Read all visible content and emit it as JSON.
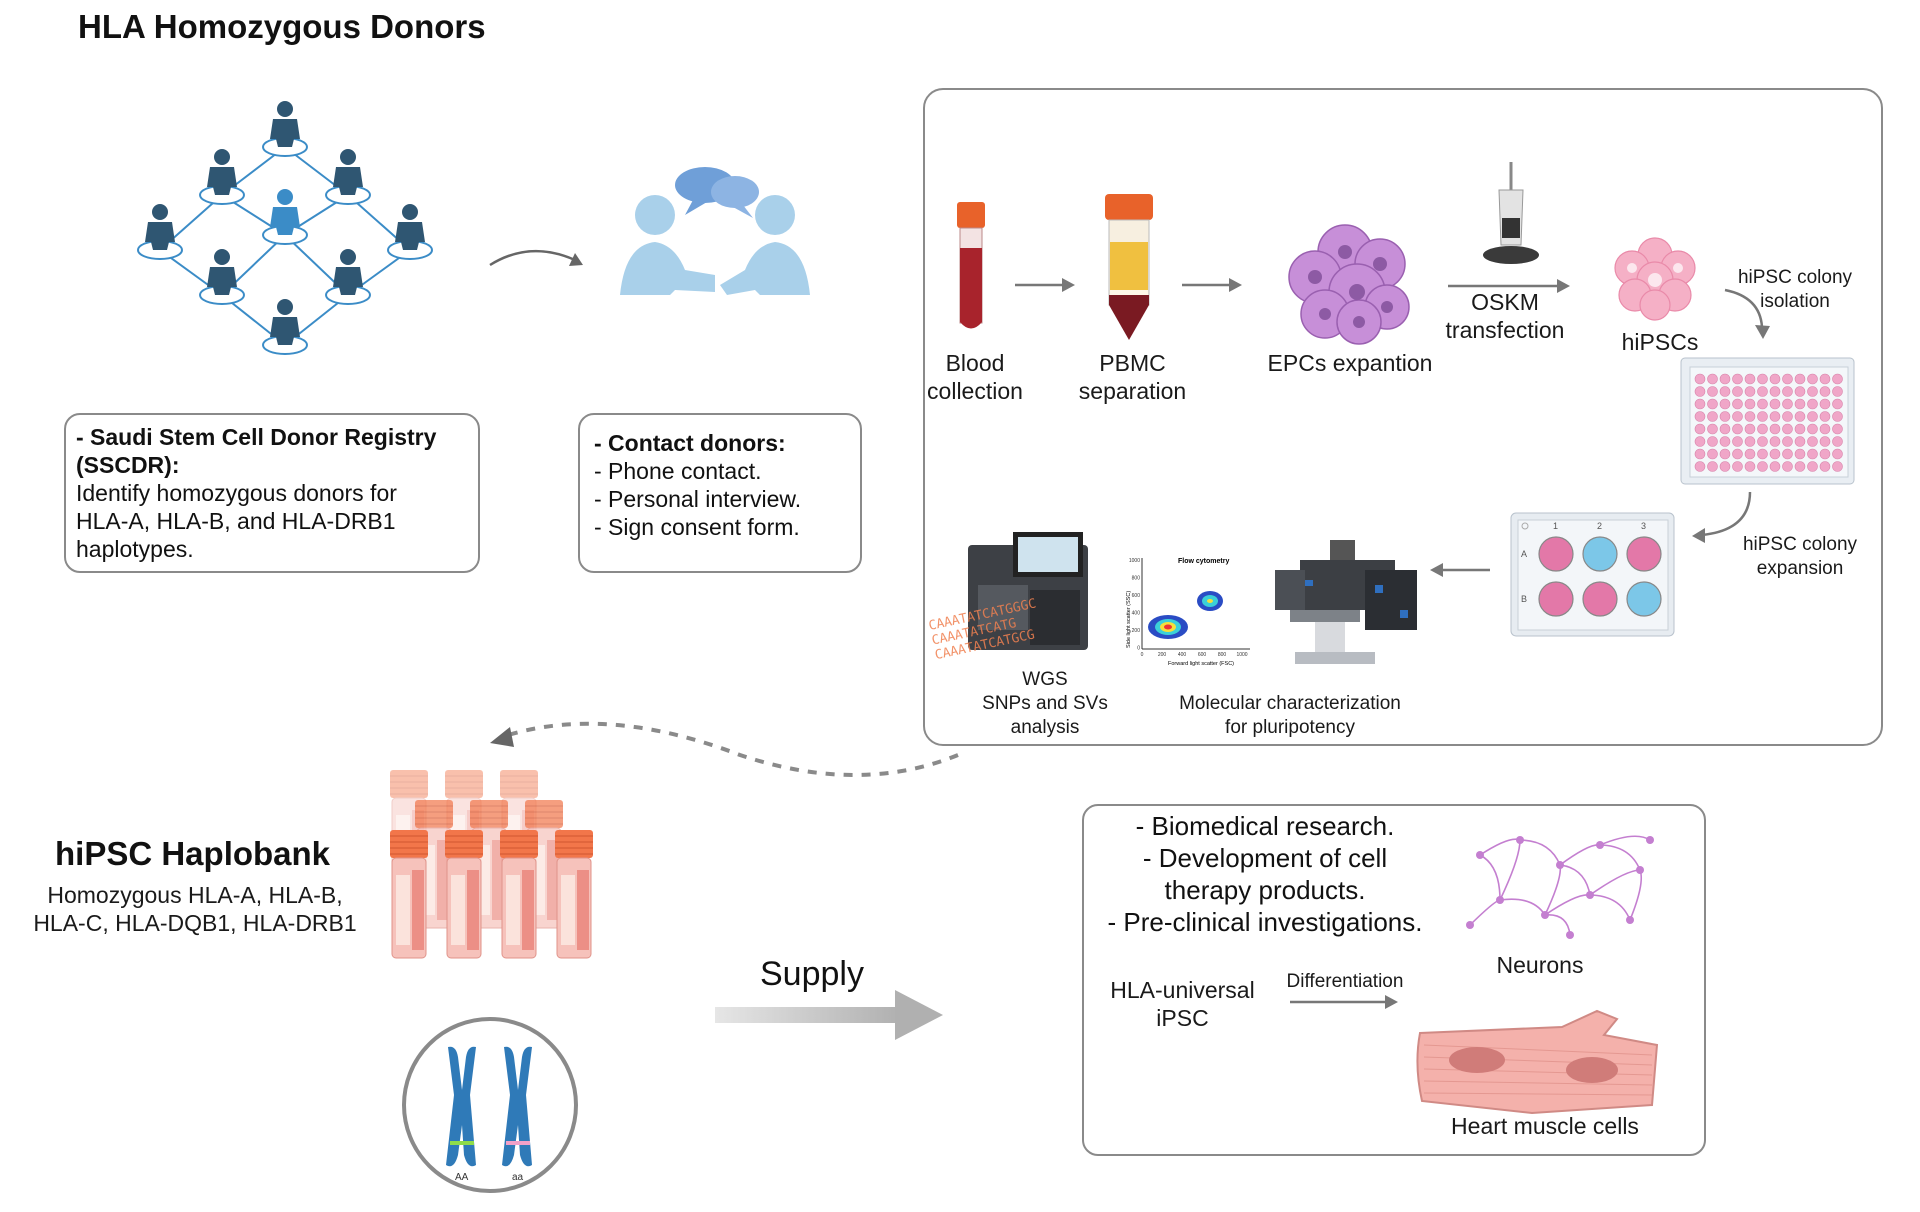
{
  "header": {
    "title": "HLA Homozygous Donors"
  },
  "registry_box": {
    "lines": [
      "- Saudi Stem Cell Donor Registry",
      "(SSCDR):",
      "Identify homozygous donors for",
      "HLA-A, HLA-B, and HLA-DRB1",
      "haplotypes."
    ]
  },
  "contact_box": {
    "title": "- Contact donors:",
    "items": [
      "- Phone contact.",
      "- Personal interview.",
      "- Sign consent form."
    ]
  },
  "process": {
    "blood": [
      "Blood",
      "collection"
    ],
    "pbmc": [
      "PBMC",
      "separation"
    ],
    "epcs": "EPCs expantion",
    "oskm": [
      "OSKM",
      "transfection"
    ],
    "hipscs": "hiPSCs",
    "isolation": [
      "hiPSC colony",
      "isolation"
    ],
    "expansion": [
      "hiPSC colony",
      "expansion"
    ],
    "wgs": [
      "WGS",
      "SNPs and SVs",
      "analysis"
    ],
    "molecular": [
      "Molecular characterization",
      "for pluripotency"
    ],
    "flow_title": "Flow cytometry",
    "flow_ylabel": "Side light scatter (SSC)",
    "flow_xlabel": "Forward light scatter (FSC)",
    "flow_xticks": [
      "0",
      "200",
      "400",
      "600",
      "800",
      "1000"
    ],
    "flow_yticks": [
      "1000",
      "800",
      "600",
      "400",
      "200",
      "0"
    ],
    "plate_cols": [
      "1",
      "2",
      "3"
    ],
    "plate_rows": [
      "A",
      "B"
    ],
    "dna_seq": [
      "CAAATATCATGGGC",
      "CAAATATCATG",
      "CAAATATCATGCG"
    ]
  },
  "haplobank": {
    "title": "hiPSC Haplobank",
    "lines": [
      "Homozygous HLA-A, HLA-B,",
      "HLA-C, HLA-DQB1, HLA-DRB1"
    ],
    "chrom_labels": [
      "AA",
      "aa"
    ]
  },
  "supply": {
    "label": "Supply"
  },
  "applications": {
    "items": [
      "- Biomedical research.",
      "- Development of cell",
      "therapy products.",
      "- Pre-clinical investigations."
    ],
    "universal": [
      "HLA-universal",
      "iPSC"
    ],
    "differentiation": "Differentiation",
    "neurons": "Neurons",
    "heart": "Heart muscle cells"
  },
  "colors": {
    "donor_dark": "#2f5672",
    "donor_light": "#3b8cc7",
    "contact_blue": "#a9d0ea",
    "bubble_blue": "#6f9fd8",
    "blood_red": "#a8232c",
    "cap_orange": "#e8622a",
    "cell_purple": "#c78fd8",
    "ipsc_pink": "#f5a8c0",
    "well_pink": "#e378a8",
    "well_blue": "#7cc7e8",
    "vial_orange": "#f2764a",
    "muscle_pink": "#f4b1ab",
    "neuron_purple": "#c47fd0",
    "chrom_blue": "#2f7ab8"
  }
}
